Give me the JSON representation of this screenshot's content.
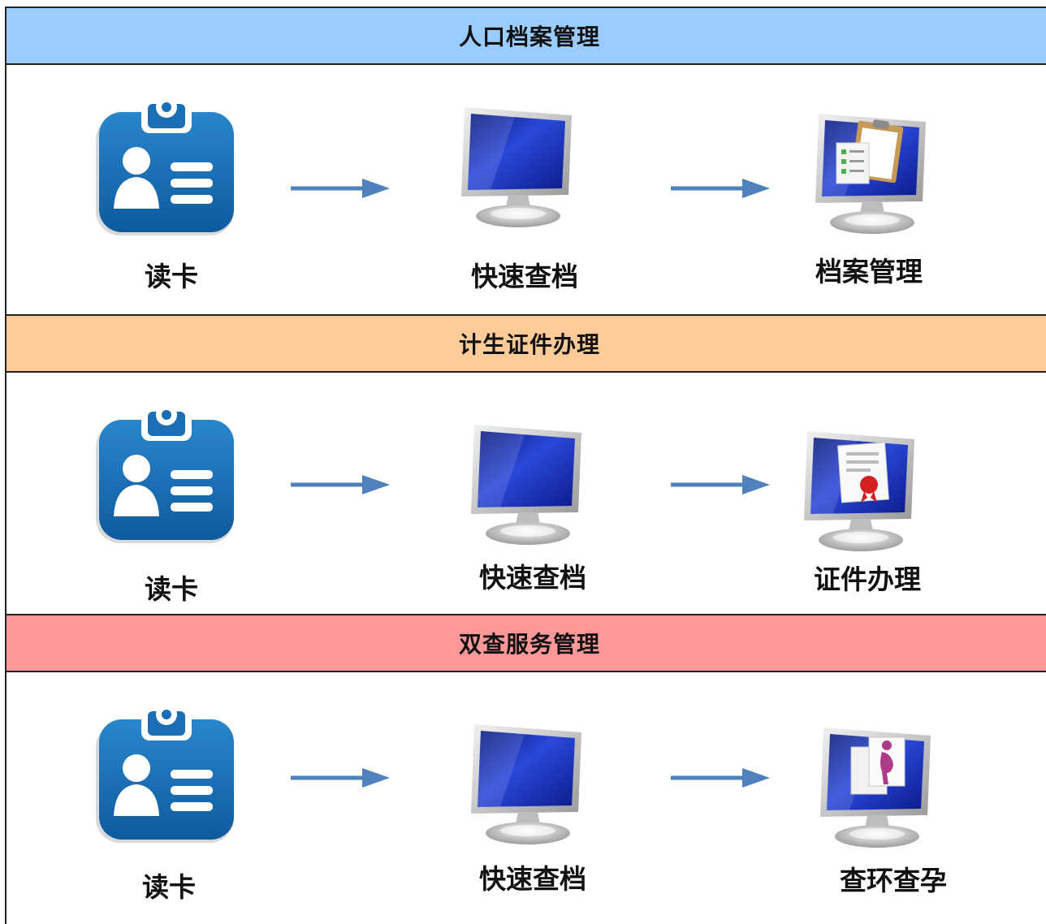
{
  "sections": [
    {
      "title": "人口档案管理",
      "color": "#99ccff",
      "steps": [
        {
          "label": "读卡",
          "icon": "id-card-icon"
        },
        {
          "label": "快速查档",
          "icon": "monitor-icon"
        },
        {
          "label": "档案管理",
          "icon": "monitor-clipboard-icon"
        }
      ]
    },
    {
      "title": "计生证件办理",
      "color": "#ffcc99",
      "steps": [
        {
          "label": "读卡",
          "icon": "id-card-icon"
        },
        {
          "label": "快速查档",
          "icon": "monitor-icon"
        },
        {
          "label": "证件办理",
          "icon": "monitor-certificate-icon"
        }
      ]
    },
    {
      "title": "双查服务管理",
      "color": "#ff9999",
      "steps": [
        {
          "label": "读卡",
          "icon": "id-card-icon"
        },
        {
          "label": "快速查档",
          "icon": "monitor-icon"
        },
        {
          "label": "查环查孕",
          "icon": "monitor-pregnancy-icon"
        }
      ]
    }
  ],
  "colors": {
    "arrow": "#4f81bd",
    "card": "#1a6fb4",
    "screen": "#1530a8"
  }
}
